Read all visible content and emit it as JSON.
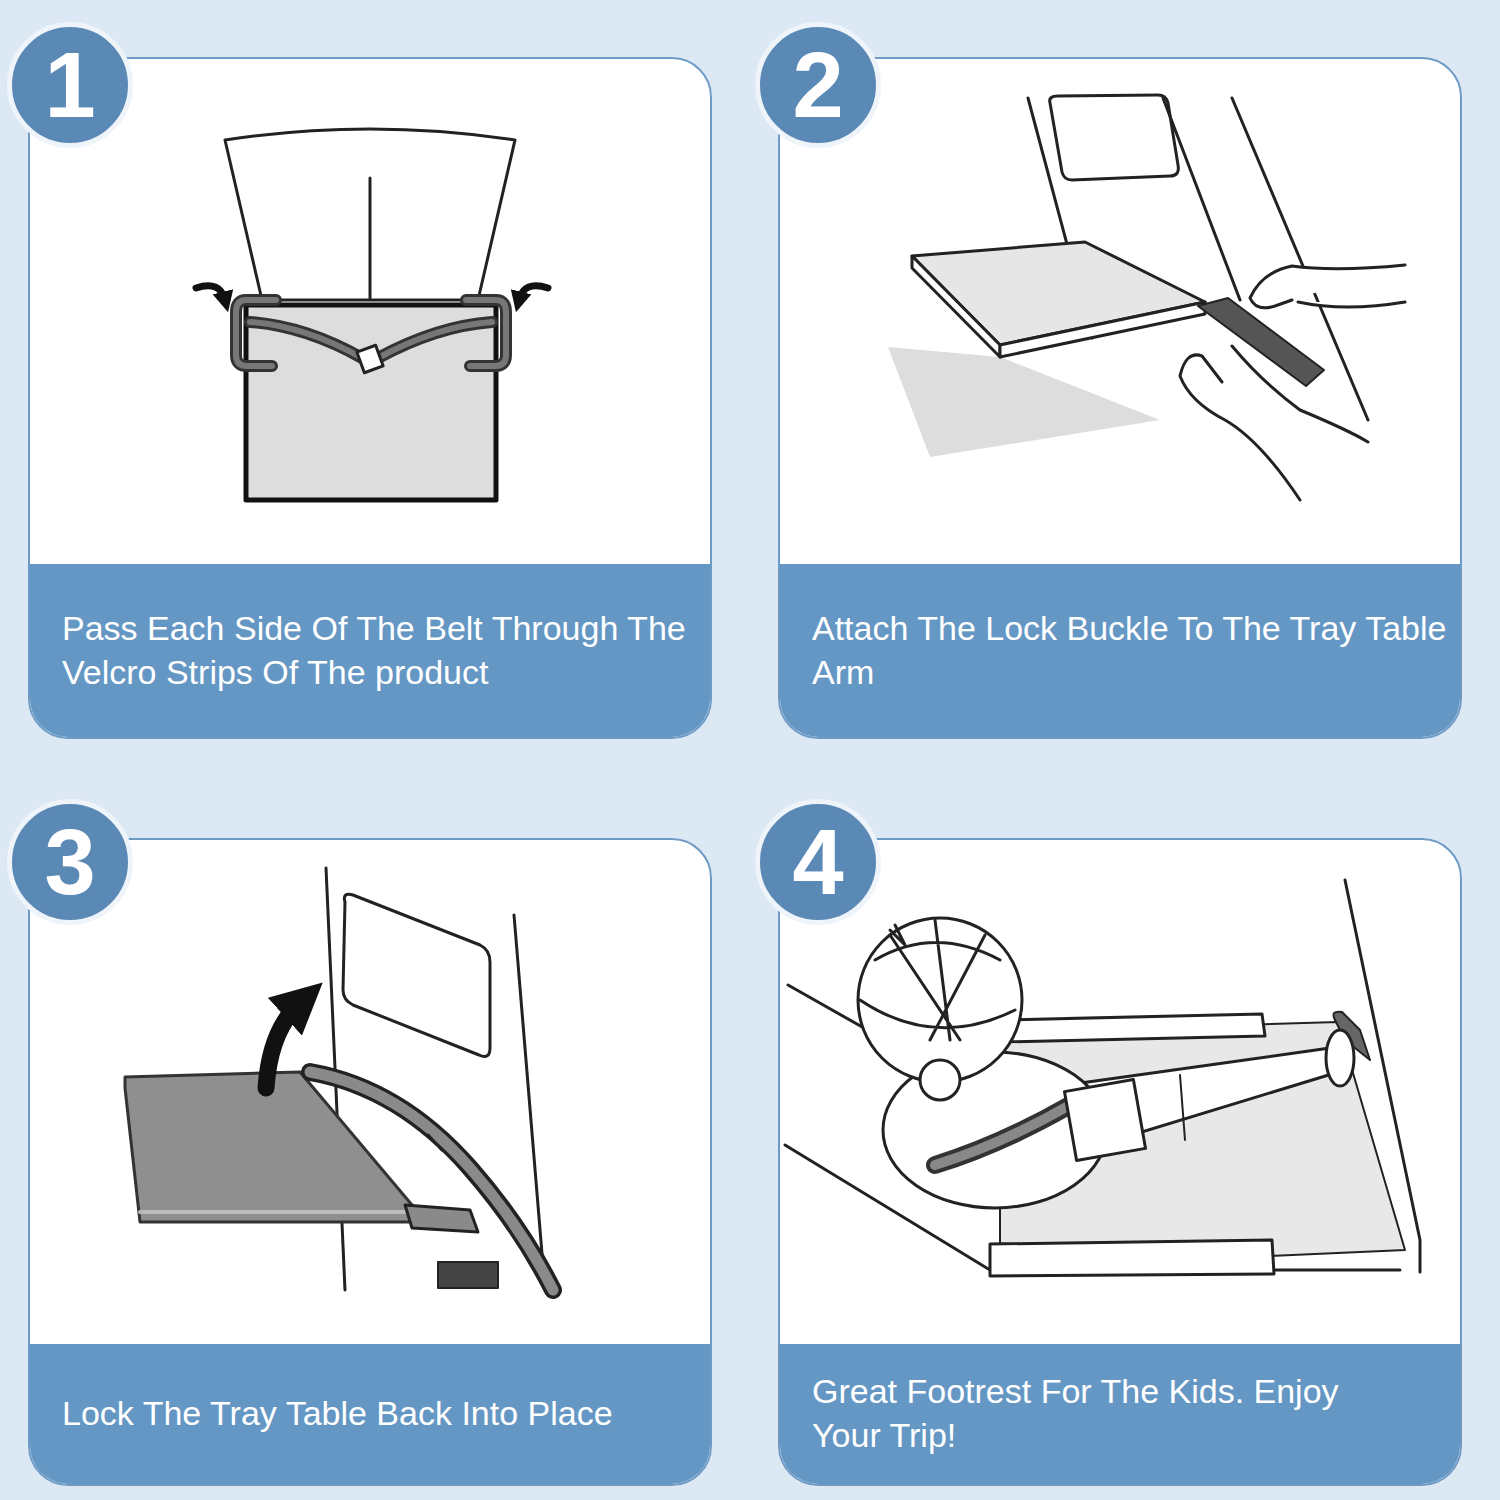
{
  "diagram": {
    "nodes": [
      {
        "text": [
          "1"
        ]
      },
      {
        "text": [
          "Pass Each Side Of The Belt Through The Velcro Strips Of The product"
        ]
      },
      {
        "text": [
          "2"
        ]
      },
      {
        "text": [
          "Attach The Lock Buckle To The Tray Table Arm"
        ]
      },
      {
        "text": [
          "3"
        ]
      },
      {
        "text": [
          "Lock The Tray Table Back Into Place"
        ]
      },
      {
        "text": [
          "4"
        ]
      },
      {
        "text": [
          "Great Footrest For The Kids. Enjoy Your Trip!"
        ]
      }
    ]
  }
}
